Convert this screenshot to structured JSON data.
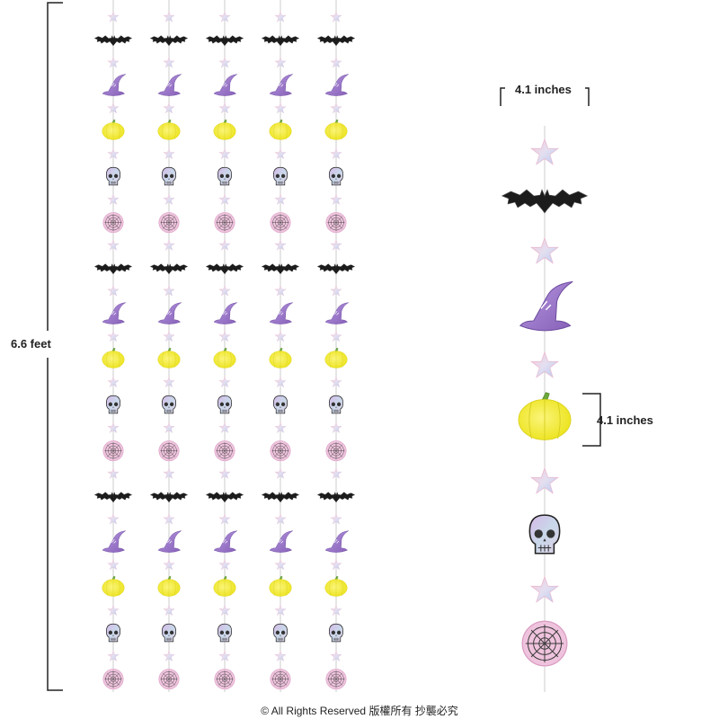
{
  "dimensions": {
    "overall_height": "6.6 feet",
    "ornament_width": "4.1 inches",
    "ornament_height": "4.1 inches"
  },
  "footer": {
    "copyright": "© All Rights Reserved 版權所有 抄襲必究"
  },
  "colors": {
    "bat": "#1c1c1c",
    "hat": "#9a78c8",
    "pumpkin": "#f2ea2a",
    "pumpkin_stem": "#6ca83c",
    "skull": "#cfc9d6",
    "web": "#e9b8d8",
    "star": "#d9cfe6",
    "string": "#cccccc"
  },
  "garland_sequence": [
    "star-icon",
    "bat-icon",
    "star-icon",
    "witch-hat-icon",
    "star-icon",
    "pumpkin-icon",
    "star-icon",
    "skull-icon",
    "star-icon",
    "spider-web-icon"
  ],
  "strand_count": 5
}
